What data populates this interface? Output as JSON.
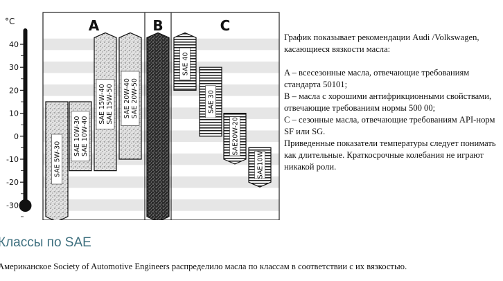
{
  "chart": {
    "unit_label": "°C",
    "scale": {
      "min": -40,
      "max": 40,
      "step": 10
    },
    "groups": [
      {
        "id": "A",
        "label": "A"
      },
      {
        "id": "B",
        "label": "B"
      },
      {
        "id": "C",
        "label": "C"
      }
    ],
    "grades": [
      {
        "group": "A",
        "label": "SAE  5W-30",
        "min": -35,
        "max": 15,
        "pattern": "speckle-light"
      },
      {
        "group": "A",
        "label": "SAE 10W-30 SAE 10W-40",
        "min": -15,
        "max": 15,
        "pattern": "speckle-light"
      },
      {
        "group": "A",
        "label": "SAE 15W-40 SAE 15W-50",
        "min": -15,
        "max": 45,
        "pattern": "speckle-light"
      },
      {
        "group": "A",
        "label": "SAE  20W-40 SAE  20W-50",
        "min": -10,
        "max": 45,
        "pattern": "speckle-light"
      },
      {
        "group": "B",
        "label": "",
        "min": -35,
        "max": 45,
        "pattern": "speckle-dark"
      },
      {
        "group": "C",
        "label": "SAE 40",
        "min": 20,
        "max": 45,
        "pattern": "hatch"
      },
      {
        "group": "C",
        "label": "SAE 30",
        "min": 0,
        "max": 30,
        "pattern": "hatch"
      },
      {
        "group": "C",
        "label": "SAE20W-20",
        "min": -10,
        "max": 10,
        "pattern": "hatch"
      },
      {
        "group": "C",
        "label": "SAE10W",
        "min": -20,
        "max": -5,
        "pattern": "hatch"
      }
    ]
  },
  "description": {
    "intro": "График показывает рекомендации Audi /Volkswagen, касающиеся вязкости масла:",
    "item_a": "A – всесезонные масла, отвечающие требованиям стандарта 50101;",
    "item_b": "B – масла с хорошими антифрикционными свойствами, отвечающие требованиям нормы 500 00;",
    "item_c": "C – сезонные масла, отвечающие требованиям API-норм SF или SG.",
    "note": "Приведенные показатели температуры следует понимать как длительные. Краткосрочные колебания не играют никакой роли."
  },
  "section": {
    "heading": "Классы по SAE",
    "text": "Американское Society of Automotive Engineers распределило масла по классам в соответствии с их вязкостью."
  }
}
